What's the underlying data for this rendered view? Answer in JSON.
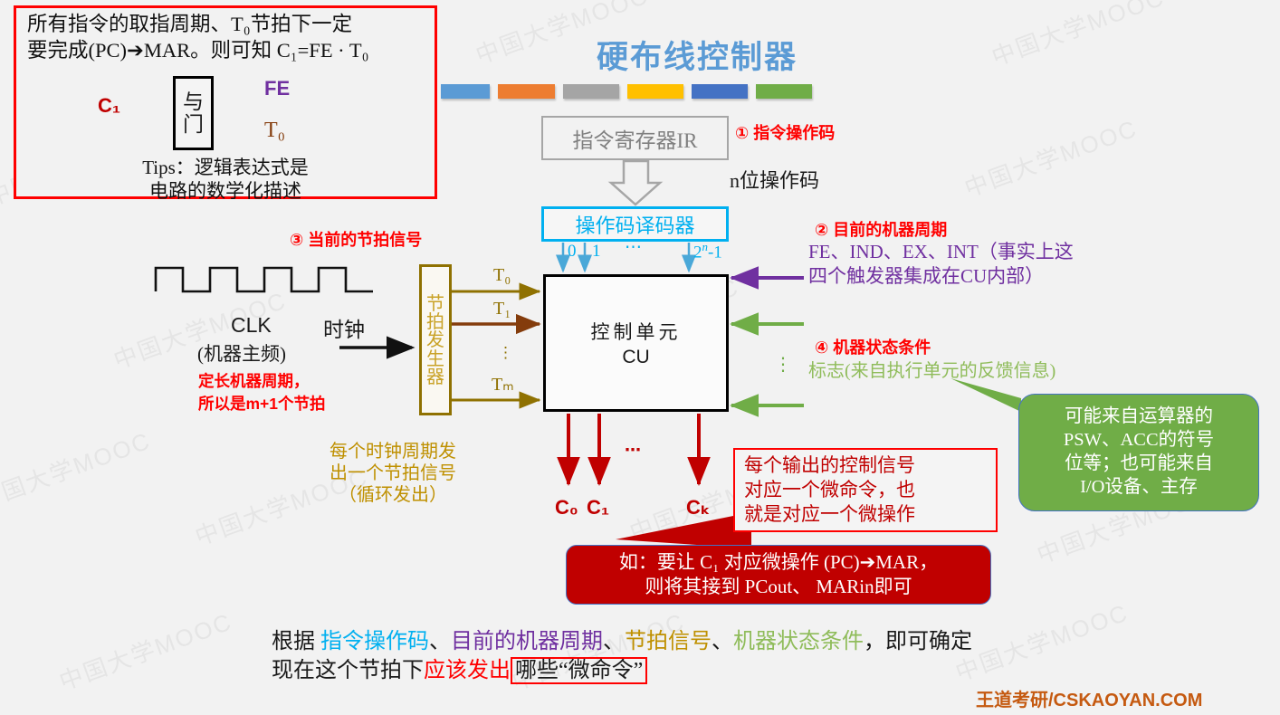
{
  "slide": {
    "title": "硬布线控制器",
    "title_color": "#5b9bd5",
    "background": "#f2f2f2",
    "footer": "王道考研/CSKAOYAN.COM",
    "watermark": "中国大学MOOC"
  },
  "color_bars": [
    {
      "name": "bar-blue",
      "color": "#5b9bd5"
    },
    {
      "name": "bar-orange",
      "color": "#ed7d31"
    },
    {
      "name": "bar-gray",
      "color": "#a5a5a5"
    },
    {
      "name": "bar-yellow",
      "color": "#ffc000"
    },
    {
      "name": "bar-indigo",
      "color": "#4472c4"
    },
    {
      "name": "bar-green",
      "color": "#70ad47"
    }
  ],
  "red_panel": {
    "line1": "所有指令的取指周期、T₀节拍下一定",
    "line2_a": "要完成(PC)",
    "line2_arrow": "➔",
    "line2_b": "MAR。则可知 C₁=FE · T₀",
    "gate_label_top": "与",
    "gate_label_bottom": "门",
    "input_fe": "FE",
    "input_t0": "T₀",
    "output_c1": "C₁",
    "tips_line1": "Tips：逻辑表达式是",
    "tips_line2": "电路的数学化描述",
    "border_color": "#ff0000"
  },
  "diagram": {
    "ir_box": "指令寄存器IR",
    "n_bits": "n位操作码",
    "decoder_box": "操作码译码器",
    "decoder_outputs": [
      "0",
      "1",
      "⋯",
      "2ⁿ-1"
    ],
    "cu_box_line1": "控制单元",
    "cu_box_line2": "CU",
    "tact_box": "节拍发生器",
    "tact_box_chars": [
      "节",
      "拍",
      "发",
      "生",
      "器"
    ],
    "t_labels": [
      "T₀",
      "T₁",
      "⋮",
      "Tₘ"
    ],
    "clk_label": "CLK",
    "clk_sublabel": "(机器主频)",
    "clock_arrow_label": "时钟",
    "fixed_len_line1": "定长机器周期，",
    "fixed_len_line2": "所以是m+1个节拍",
    "every_clock_line1": "每个时钟周期发",
    "every_clock_line2": "出一个节拍信号",
    "every_clock_line3": "（循环发出）",
    "c_outputs": [
      "C₀",
      "C₁",
      "⋯",
      "Cₖ"
    ],
    "cu_right_ellipsis": "⋮"
  },
  "annotations": {
    "a1_title": "① 指令操作码",
    "a2_title": "② 目前的机器周期",
    "a2_line1": "FE、IND、EX、INT（事实上这",
    "a2_line2": "四个触发器集成在CU内部）",
    "a3_title": "③ 当前的节拍信号",
    "a4_title": "④ 机器状态条件",
    "a4_body": "标志(来自执行单元的反馈信息)",
    "green_callout_line1": "可能来自运算器的",
    "green_callout_line2": "PSW、ACC的符号",
    "green_callout_line3": "位等；也可能来自",
    "green_callout_line4": "I/O设备、主存",
    "red_callout_line1": "每个输出的控制信号",
    "red_callout_line2": "对应一个微命令，也",
    "red_callout_line3": "就是对应一个微操作",
    "dark_callout_line1": "如：要让 C₁ 对应微操作 (PC)➔MAR，",
    "dark_callout_line2": "则将其接到 PCout、 MARin即可"
  },
  "summary": {
    "prefix": "根据 ",
    "part1": "指令操作码",
    "sep1": "、",
    "part2": "目前的机器周期",
    "sep2": "、",
    "part3": "节拍信号",
    "sep3": "、",
    "part4": "机器状态条件",
    "tail": "，即可确定",
    "line2_a": "现在这个节拍下",
    "line2_b": "应该发出",
    "line2_c": "哪些“微命令”"
  },
  "colors": {
    "accent_blue": "#00b0f0",
    "purple": "#7030a0",
    "gold": "#8f7101",
    "dark_red": "#c00000",
    "green": "#70ad47",
    "light_green": "#8fbc5a",
    "red": "#ff0000"
  }
}
